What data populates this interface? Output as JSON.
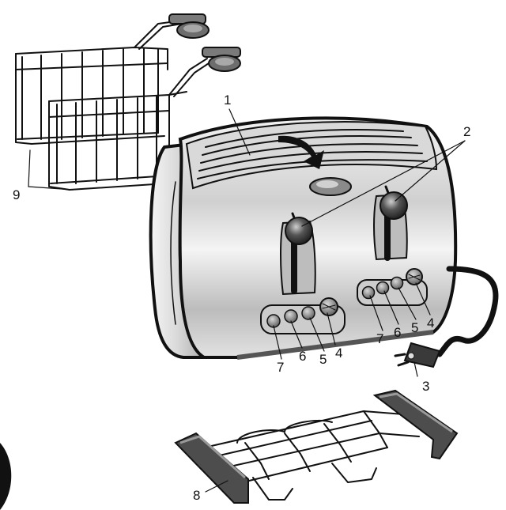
{
  "diagram": {
    "callouts": [
      {
        "id": "1",
        "label": "1"
      },
      {
        "id": "2",
        "label": "2"
      },
      {
        "id": "3",
        "label": "3"
      },
      {
        "id": "4a",
        "label": "4"
      },
      {
        "id": "5a",
        "label": "5"
      },
      {
        "id": "6a",
        "label": "6"
      },
      {
        "id": "7a",
        "label": "7"
      },
      {
        "id": "4b",
        "label": "4"
      },
      {
        "id": "5b",
        "label": "5"
      },
      {
        "id": "6b",
        "label": "6"
      },
      {
        "id": "7b",
        "label": "7"
      },
      {
        "id": "8",
        "label": "8"
      },
      {
        "id": "9",
        "label": "9"
      }
    ],
    "colors": {
      "ink": "#111111",
      "body_light": "#e6e6e6",
      "body_mid": "#bdbdbd",
      "body_dark": "#8c8c8c",
      "feet": "#555555"
    }
  }
}
